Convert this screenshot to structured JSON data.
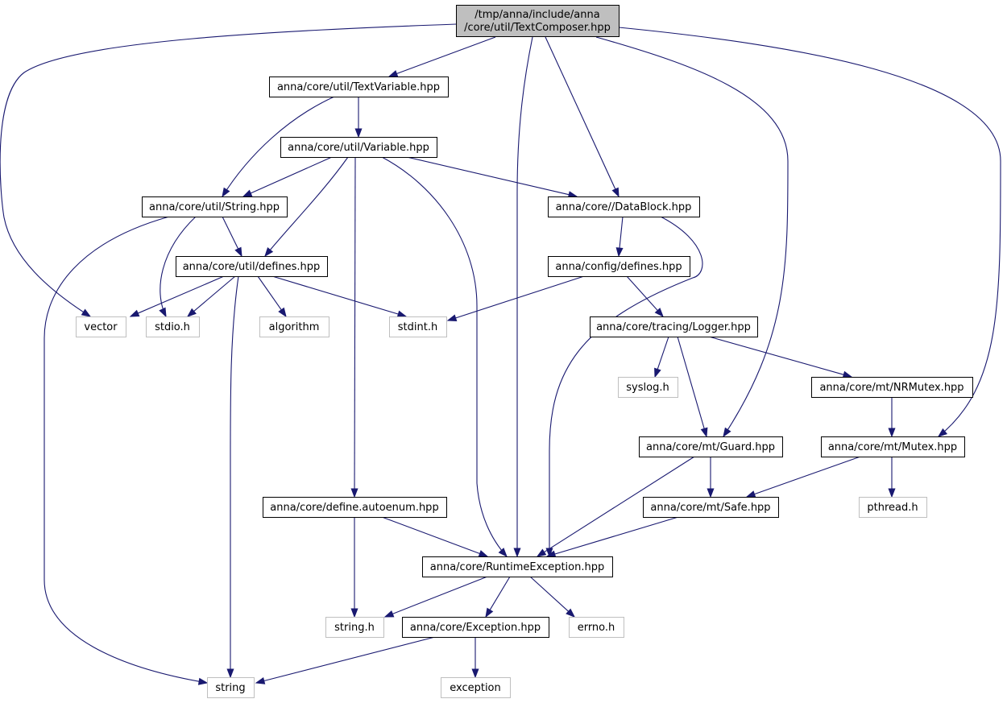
{
  "colors": {
    "edge": "#191970",
    "root_fill": "#bfbfbf",
    "external_border": "#bfbfbf",
    "internal_border": "#000000"
  },
  "nodes": [
    {
      "id": "root",
      "lines": [
        "/tmp/anna/include/anna",
        "/core/util/TextComposer.hpp"
      ],
      "kind": "root"
    },
    {
      "id": "textvariable",
      "lines": [
        "anna/core/util/TextVariable.hpp"
      ],
      "kind": "internal"
    },
    {
      "id": "variable",
      "lines": [
        "anna/core/util/Variable.hpp"
      ],
      "kind": "internal"
    },
    {
      "id": "string_hpp",
      "lines": [
        "anna/core/util/String.hpp"
      ],
      "kind": "internal"
    },
    {
      "id": "datablock",
      "lines": [
        "anna/core//DataBlock.hpp"
      ],
      "kind": "internal"
    },
    {
      "id": "util_defines",
      "lines": [
        "anna/core/util/defines.hpp"
      ],
      "kind": "internal"
    },
    {
      "id": "config_defines",
      "lines": [
        "anna/config/defines.hpp"
      ],
      "kind": "internal"
    },
    {
      "id": "vector",
      "lines": [
        "vector"
      ],
      "kind": "external"
    },
    {
      "id": "stdio",
      "lines": [
        "stdio.h"
      ],
      "kind": "external"
    },
    {
      "id": "algorithm",
      "lines": [
        "algorithm"
      ],
      "kind": "external"
    },
    {
      "id": "stdint",
      "lines": [
        "stdint.h"
      ],
      "kind": "external"
    },
    {
      "id": "logger",
      "lines": [
        "anna/core/tracing/Logger.hpp"
      ],
      "kind": "internal"
    },
    {
      "id": "syslog",
      "lines": [
        "syslog.h"
      ],
      "kind": "external"
    },
    {
      "id": "nrmutex",
      "lines": [
        "anna/core/mt/NRMutex.hpp"
      ],
      "kind": "internal"
    },
    {
      "id": "guard",
      "lines": [
        "anna/core/mt/Guard.hpp"
      ],
      "kind": "internal"
    },
    {
      "id": "mutex",
      "lines": [
        "anna/core/mt/Mutex.hpp"
      ],
      "kind": "internal"
    },
    {
      "id": "autoenum",
      "lines": [
        "anna/core/define.autoenum.hpp"
      ],
      "kind": "internal"
    },
    {
      "id": "safe",
      "lines": [
        "anna/core/mt/Safe.hpp"
      ],
      "kind": "internal"
    },
    {
      "id": "pthread",
      "lines": [
        "pthread.h"
      ],
      "kind": "external"
    },
    {
      "id": "runtime",
      "lines": [
        "anna/core/RuntimeException.hpp"
      ],
      "kind": "internal"
    },
    {
      "id": "string_h",
      "lines": [
        "string.h"
      ],
      "kind": "external"
    },
    {
      "id": "exception_hpp",
      "lines": [
        "anna/core/Exception.hpp"
      ],
      "kind": "internal"
    },
    {
      "id": "errno",
      "lines": [
        "errno.h"
      ],
      "kind": "external"
    },
    {
      "id": "string_std",
      "lines": [
        "string"
      ],
      "kind": "external"
    },
    {
      "id": "exception_std",
      "lines": [
        "exception"
      ],
      "kind": "external"
    }
  ],
  "edges": [
    [
      "root",
      "textvariable"
    ],
    [
      "root",
      "vector"
    ],
    [
      "root",
      "runtime"
    ],
    [
      "root",
      "datablock"
    ],
    [
      "root",
      "guard"
    ],
    [
      "root",
      "mutex"
    ],
    [
      "textvariable",
      "variable"
    ],
    [
      "textvariable",
      "string_hpp"
    ],
    [
      "variable",
      "string_hpp"
    ],
    [
      "variable",
      "util_defines"
    ],
    [
      "variable",
      "datablock"
    ],
    [
      "variable",
      "autoenum"
    ],
    [
      "variable",
      "runtime"
    ],
    [
      "string_hpp",
      "util_defines"
    ],
    [
      "string_hpp",
      "stdio"
    ],
    [
      "string_hpp",
      "string_std"
    ],
    [
      "util_defines",
      "vector"
    ],
    [
      "util_defines",
      "stdio"
    ],
    [
      "util_defines",
      "algorithm"
    ],
    [
      "util_defines",
      "stdint"
    ],
    [
      "util_defines",
      "string_std"
    ],
    [
      "datablock",
      "config_defines"
    ],
    [
      "datablock",
      "runtime"
    ],
    [
      "config_defines",
      "stdint"
    ],
    [
      "config_defines",
      "logger"
    ],
    [
      "logger",
      "syslog"
    ],
    [
      "logger",
      "guard"
    ],
    [
      "logger",
      "nrmutex"
    ],
    [
      "nrmutex",
      "mutex"
    ],
    [
      "guard",
      "safe"
    ],
    [
      "guard",
      "runtime"
    ],
    [
      "mutex",
      "safe"
    ],
    [
      "mutex",
      "pthread"
    ],
    [
      "safe",
      "runtime"
    ],
    [
      "autoenum",
      "runtime"
    ],
    [
      "autoenum",
      "string_h"
    ],
    [
      "runtime",
      "string_h"
    ],
    [
      "runtime",
      "exception_hpp"
    ],
    [
      "runtime",
      "errno"
    ],
    [
      "exception_hpp",
      "string_std"
    ],
    [
      "exception_hpp",
      "exception_std"
    ]
  ]
}
